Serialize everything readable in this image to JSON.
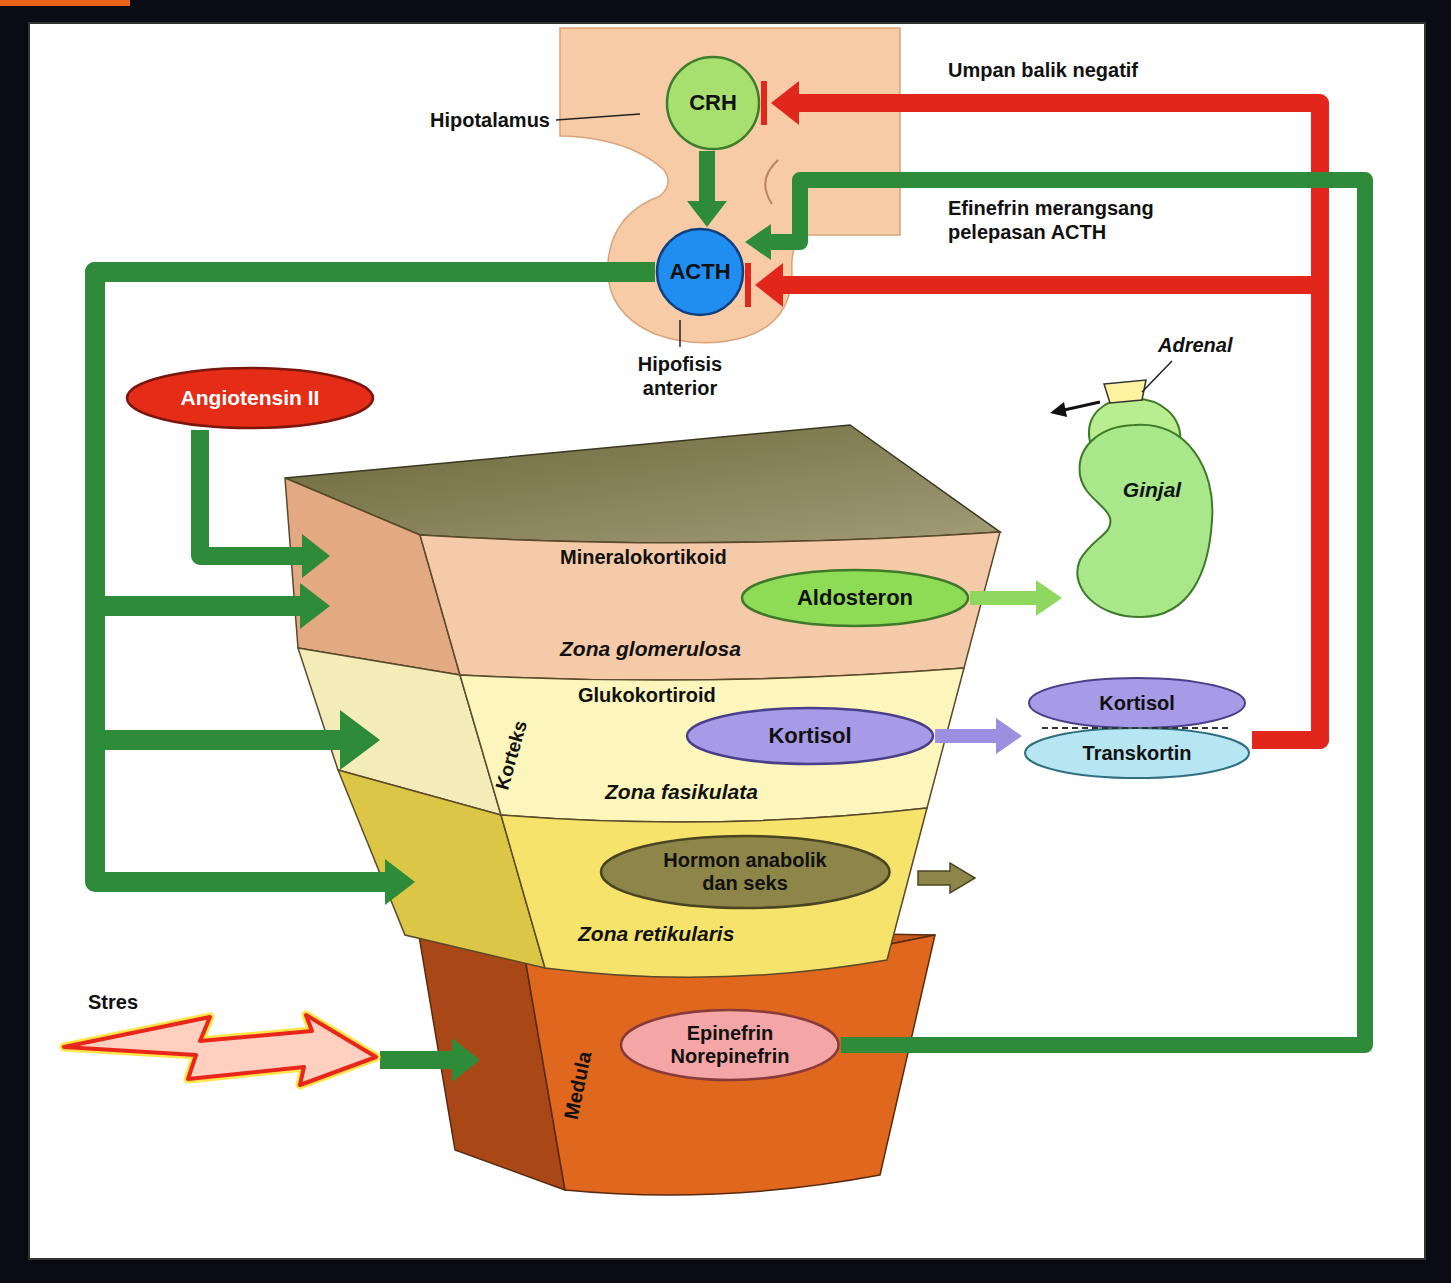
{
  "diagram": {
    "nodes": [
      {
        "text": [
          "CRH"
        ]
      },
      {
        "text": [
          "ACTH"
        ]
      },
      {
        "text": [
          "Angiotensin II"
        ]
      },
      {
        "text": [
          "Mineralokortikoid",
          "Zona glomerulosa"
        ]
      },
      {
        "text": [
          "Aldosteron"
        ],
        "in": 3
      },
      {
        "text": [
          "Glukokortiroid",
          "Zona fasikulata"
        ]
      },
      {
        "text": [
          "Kortisol"
        ],
        "in": 5
      },
      {
        "text": [
          "Zona retikularis"
        ]
      },
      {
        "text": [
          "Hormon anabolik dan seks"
        ],
        "in": 7
      },
      {
        "text": [
          "Medula"
        ]
      },
      {
        "text": [
          "Epinefrin Norepinefrin"
        ],
        "in": 9
      },
      {
        "text": [
          "Kortisol",
          "Transkortin"
        ]
      },
      {
        "text": [
          "Ginjal"
        ]
      },
      {
        "text": [
          "Stres"
        ]
      }
    ],
    "edges": [
      {
        "from": 0,
        "to": 1,
        "arrow": "to"
      },
      {
        "from": 1,
        "to": 3,
        "arrow": "to"
      },
      {
        "from": 1,
        "to": 5,
        "arrow": "to"
      },
      {
        "from": 1,
        "to": 7,
        "arrow": "to"
      },
      {
        "from": 2,
        "to": 3,
        "arrow": "to"
      },
      {
        "from": 4,
        "to": 12,
        "arrow": "to"
      },
      {
        "from": 6,
        "to": 11,
        "arrow": "to"
      },
      {
        "from": 11,
        "to": 0,
        "arrow": "to"
      },
      {
        "from": 11,
        "to": 1,
        "arrow": "to"
      },
      {
        "from": 13,
        "to": 9,
        "arrow": "to"
      },
      {
        "from": 10,
        "to": 1,
        "arrow": "to"
      }
    ],
    "labels": [
      "Umpan balik negatif",
      "Hipotalamus",
      "Efinefrin merangsang pelepasan ACTH",
      "Hipofisis anterior",
      "Adrenal",
      "Korteks"
    ]
  }
}
